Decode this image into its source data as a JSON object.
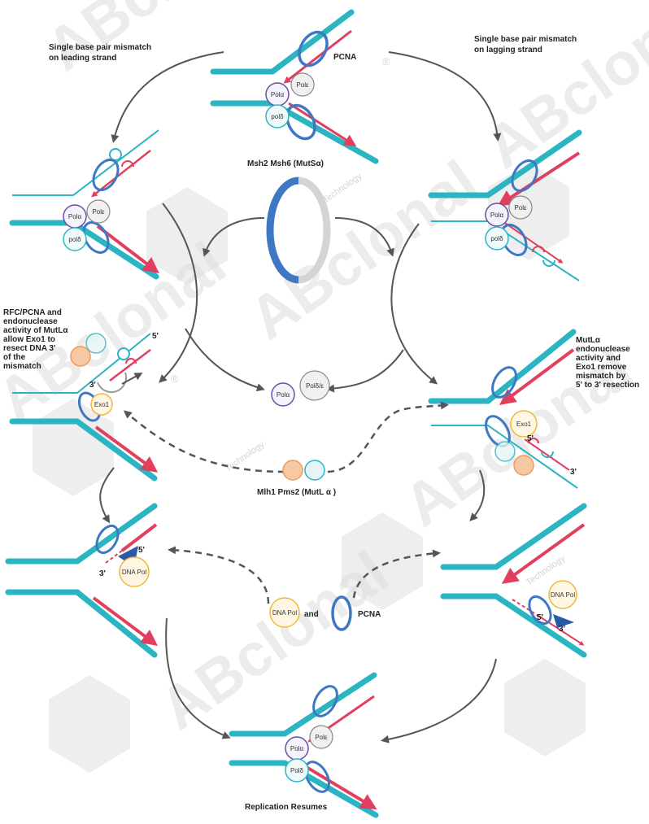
{
  "watermark": {
    "brand": "ABclonal",
    "sub": "Technology",
    "mark": "®"
  },
  "labels": {
    "leading": [
      "Single base pair mismatch",
      "on leading strand"
    ],
    "lagging": [
      "Single base pair mismatch",
      "on lagging strand"
    ],
    "pcna": "PCNA",
    "msh": "Msh2 Msh6 (MutSα)",
    "rfc": [
      "RFC/PCNA and",
      "endonuclease",
      "activity of MutLα",
      "allow Exo1 to",
      "resect DNA 3'",
      "of the",
      "mismatch"
    ],
    "mutl_right": [
      "MutLα",
      "endonuclease",
      "activity and",
      "Exo1 remove",
      "mismatch by",
      "5' to 3' resection"
    ],
    "mlh": "Mlh1 Pms2 (MutL α )",
    "and": "and",
    "pcna_center": "PCNA",
    "replication": "Replication Resumes"
  },
  "proteins": {
    "pol_a": "Polα",
    "pol_e": "Polε",
    "pol_d": "polδ",
    "pol_d_cap": "Polδ",
    "pol_de": "Polδ/ε",
    "exo1": "Exo1",
    "dna_pol": "DNA Pol"
  },
  "ends": {
    "five": "5'",
    "three": "3'"
  },
  "colors": {
    "teal": "#2bb5c3",
    "red": "#e0405e",
    "blue": "#3f78c2",
    "purple": "#6a4ea0",
    "orange": "#ef9a5b",
    "gold": "#f0b83a",
    "arrow": "#555555",
    "grey": "#d4d4d4"
  }
}
